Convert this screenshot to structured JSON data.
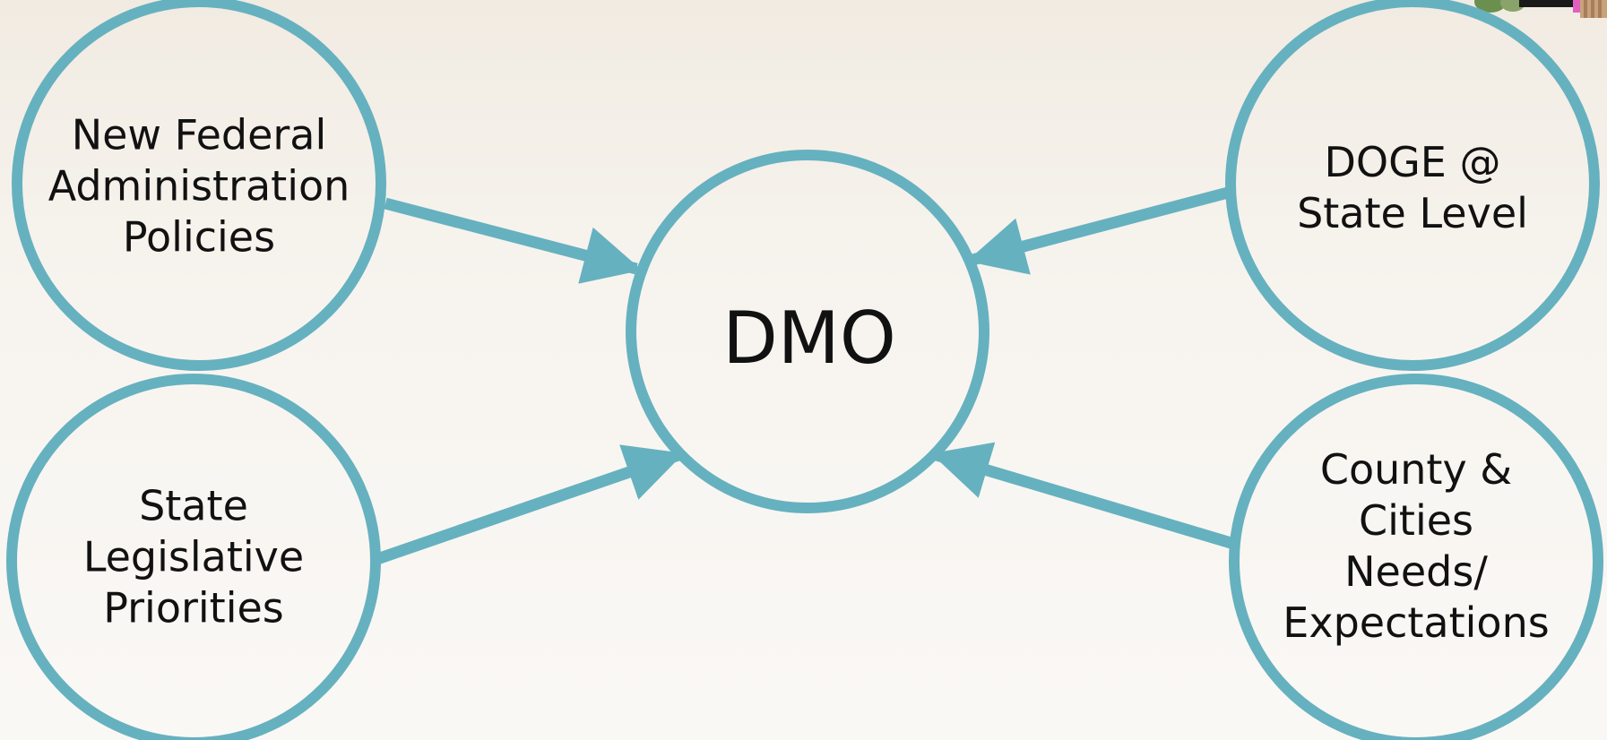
{
  "diagram": {
    "center": {
      "label": "DMO"
    },
    "nodes": [
      {
        "id": "federal",
        "lines": [
          "New Federal",
          "Administration",
          "Policies"
        ]
      },
      {
        "id": "doge",
        "lines": [
          "DOGE @",
          "State Level"
        ]
      },
      {
        "id": "state-leg",
        "lines": [
          "State",
          "Legislative",
          "Priorities"
        ]
      },
      {
        "id": "county",
        "lines": [
          "County &",
          "Cities",
          "Needs/",
          "Expectations"
        ]
      }
    ],
    "colors": {
      "circle_stroke": "#66b1bf",
      "arrow": "#66b1bf",
      "text": "#111111"
    }
  }
}
